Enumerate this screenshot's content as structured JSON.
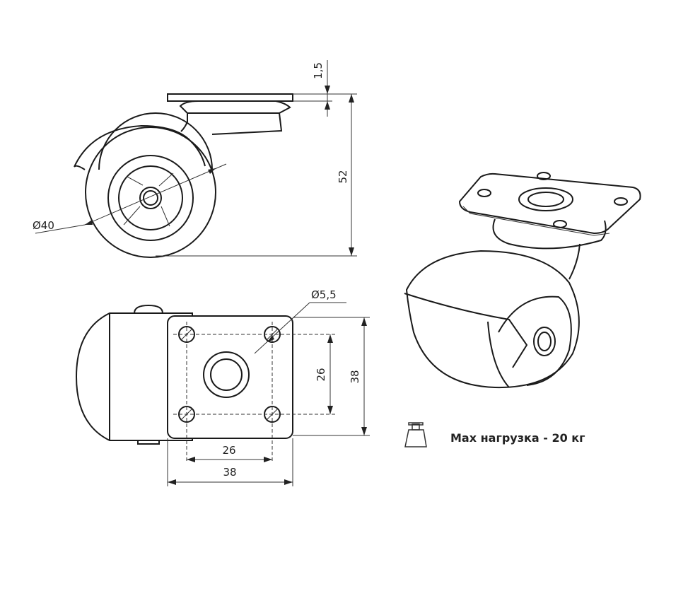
{
  "dimensions": {
    "plate_thickness": "1,5",
    "height": "52",
    "wheel_diameter": "Ø40",
    "hole_diameter": "Ø5,5",
    "hole_spacing_vertical": "26",
    "plate_height": "38",
    "hole_spacing_horizontal": "26",
    "plate_width": "38"
  },
  "load": {
    "label": "Мах нагрузка - 20 кг",
    "icon": "weight-icon"
  }
}
